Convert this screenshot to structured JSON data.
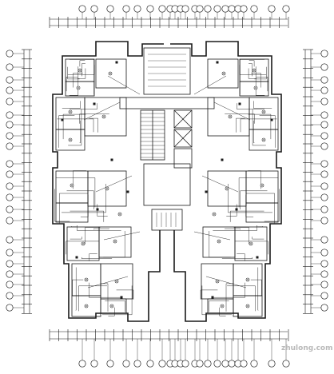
{
  "drawing": {
    "title": "",
    "line_color": "#1a1a1a",
    "background": "#ffffff",
    "watermark_text": "zhulong.com",
    "watermark_color": "#b9b9b9"
  },
  "axis_bubbles": {
    "top_count": 22,
    "bottom_count": 22,
    "left_count": 22,
    "right_count": 22
  },
  "floorplan": {
    "type": "electrical-lighting-plan",
    "symmetry": "mirrored-left-right",
    "units_per_floor": 8,
    "core": [
      "stair",
      "elevator",
      "elevator",
      "shaft"
    ]
  }
}
